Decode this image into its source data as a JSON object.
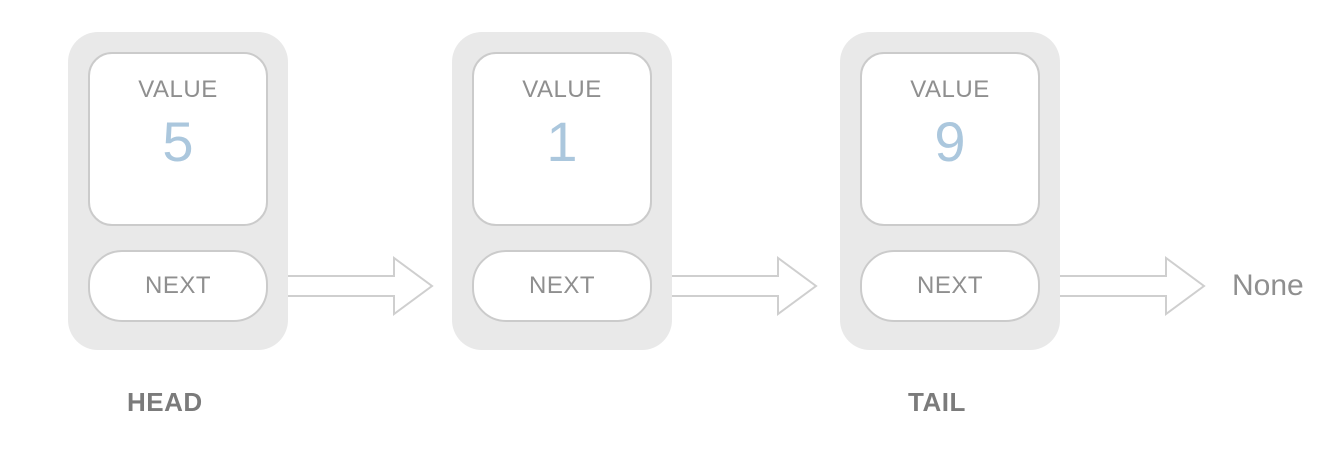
{
  "diagram": {
    "type": "singly-linked-list",
    "labels": {
      "value": "VALUE",
      "next": "NEXT",
      "none": "None",
      "head": "HEAD",
      "tail": "TAIL"
    },
    "nodes": [
      {
        "value": "5"
      },
      {
        "value": "1"
      },
      {
        "value": "9"
      }
    ],
    "colors": {
      "node-bg": "#e9e9e9",
      "box-border": "#cbcbcb",
      "label-text": "#8f8f8f",
      "value-text": "#abc7dd",
      "pointer-text": "#7b7b7b",
      "arrow-stroke": "#cfcfcf"
    }
  }
}
